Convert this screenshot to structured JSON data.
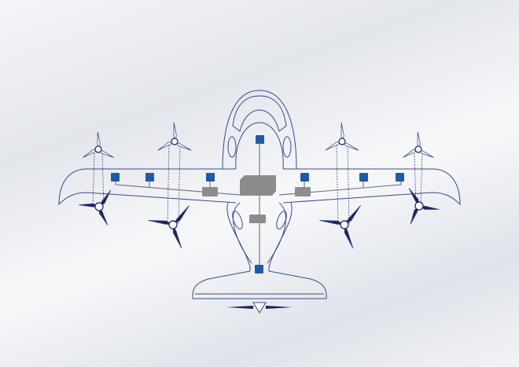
{
  "colors": {
    "outline": "#3b4a8a",
    "controller_blue": "#1f5aa6",
    "unit_grey": "#8c8c8c",
    "prop_dark": "#1b2356",
    "prop_light": "#ffffff",
    "wire": "#7a7a7a"
  },
  "diagram": {
    "lift_rotors_count": 8,
    "pusher_props_count": 1,
    "controllers_count": 8,
    "central_units_count": 4
  }
}
